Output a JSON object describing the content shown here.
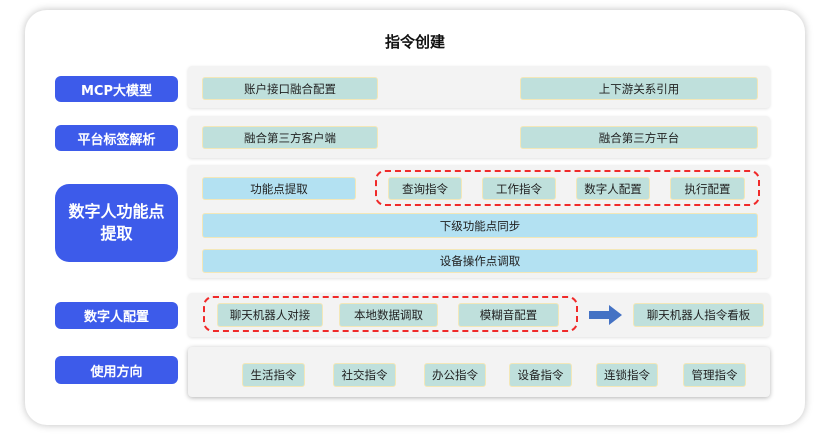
{
  "title": "指令创建",
  "rows": [
    {
      "label": "MCP大模型",
      "items": [
        "账户接口融合配置",
        "上下游关系引用"
      ]
    },
    {
      "label": "平台标签解析",
      "items": [
        "融合第三方客户端",
        "融合第三方平台"
      ]
    },
    {
      "label": "数字人功能点提取",
      "items": [
        "功能点提取",
        "查询指令",
        "工作指令",
        "数字人配置",
        "执行配置",
        "下级功能点同步",
        "设备操作点调取"
      ]
    },
    {
      "label": "数字人配置",
      "items": [
        "聊天机器人对接",
        "本地数据调取",
        "模糊音配置",
        "聊天机器人指令看板"
      ]
    },
    {
      "label": "使用方向",
      "items": [
        "生活指令",
        "社交指令",
        "办公指令",
        "设备指令",
        "连锁指令",
        "管理指令"
      ]
    }
  ],
  "colors": {
    "label": "#3d5bea",
    "box": "#bfe0dc",
    "box_blue": "#b3e1f2",
    "dash": "#f02a2a",
    "arrow": "#4472c4"
  }
}
